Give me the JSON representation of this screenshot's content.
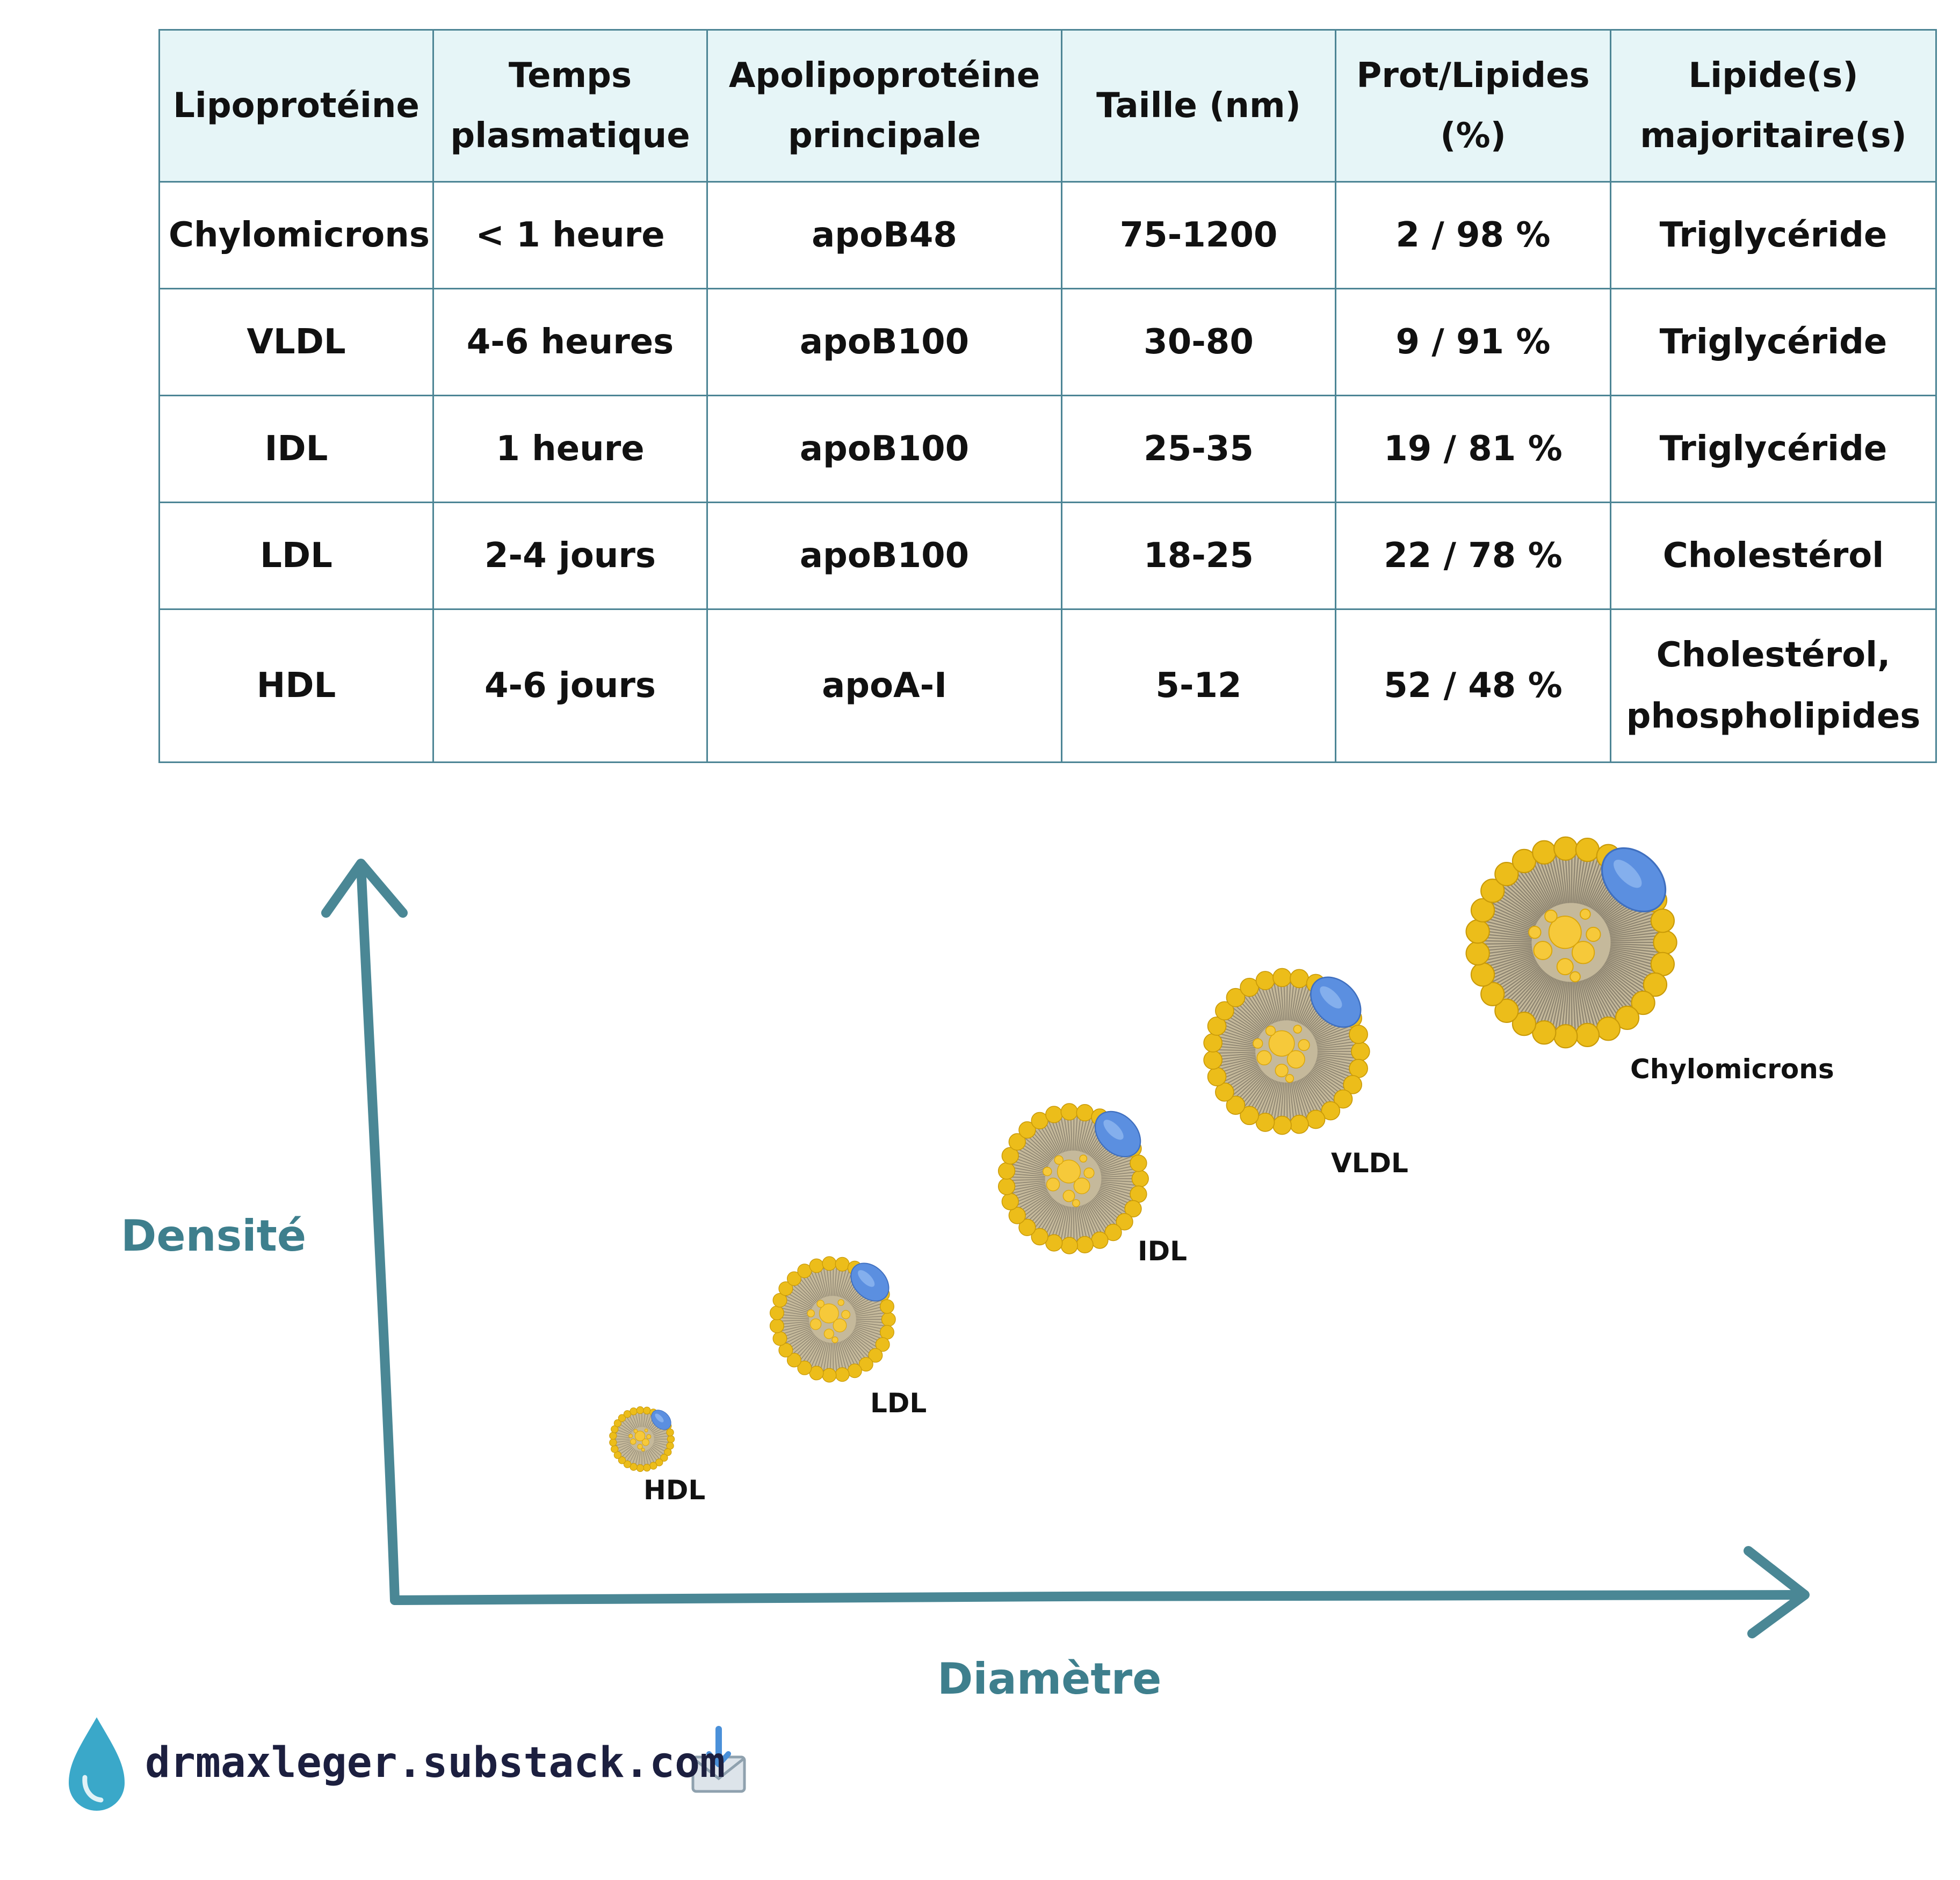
{
  "table": {
    "headers": [
      "Lipoprotéine",
      "Temps plasmatique",
      "Apolipoprotéine principale",
      "Taille (nm)",
      "Prot/Lipides (%)",
      "Lipide(s) majoritaire(s)"
    ],
    "rows": [
      {
        "name": "Chylomicrons",
        "time": "< 1 heure",
        "apo": "apoB48",
        "size": "75-1200",
        "ratio": "2 / 98 %",
        "lipid": "Triglycéride"
      },
      {
        "name": "VLDL",
        "time": "4-6 heures",
        "apo": "apoB100",
        "size": "30-80",
        "ratio": "9 / 91 %",
        "lipid": "Triglycéride"
      },
      {
        "name": "IDL",
        "time": "1 heure",
        "apo": "apoB100",
        "size": "25-35",
        "ratio": "19 / 81 %",
        "lipid": "Triglycéride"
      },
      {
        "name": "LDL",
        "time": "2-4 jours",
        "apo": "apoB100",
        "size": "18-25",
        "ratio": "22 / 78 %",
        "lipid": "Cholestérol"
      },
      {
        "name": "HDL",
        "time": "4-6 jours",
        "apo": "apoA-I",
        "size": "5-12",
        "ratio": "52 / 48 %",
        "lipid": "Cholestérol, phospholipides"
      }
    ]
  },
  "diagram": {
    "y_axis_label": "Densité",
    "x_axis_label": "Diamètre",
    "particle_labels": [
      "HDL",
      "LDL",
      "IDL",
      "VLDL",
      "Chylomicrons"
    ],
    "colors": {
      "axis": "#4a8795",
      "shell": "#ecbd1a",
      "core": "#c5b99b",
      "protein": "#5b8fe0",
      "droplet": "#3aa8c9"
    }
  },
  "footer": {
    "url": "drmaxleger.substack.com",
    "drop_icon": "water-drop-icon",
    "mail_icon": "envelope-download-icon"
  }
}
